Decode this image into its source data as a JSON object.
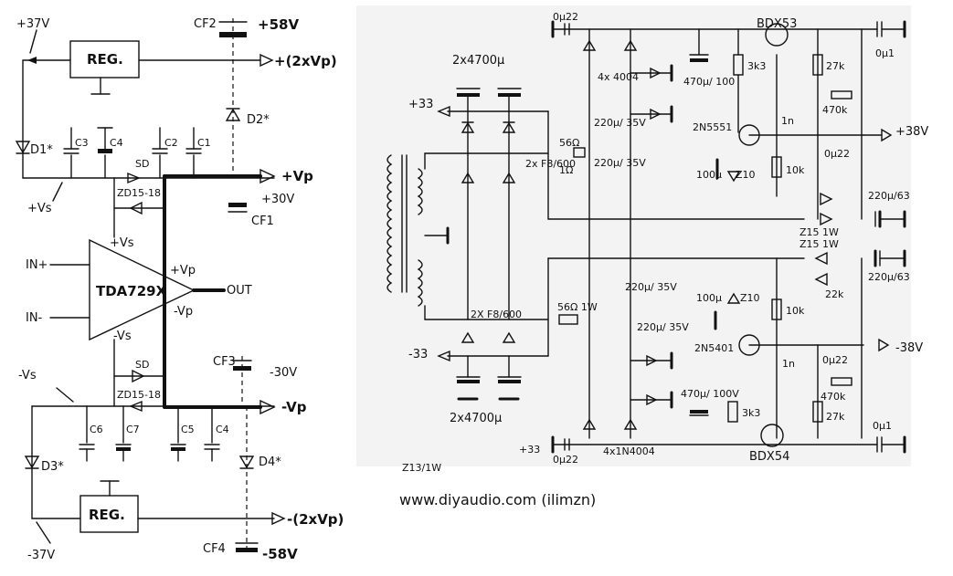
{
  "left": {
    "labels": {
      "p37": "+37V",
      "reg_top": "REG.",
      "cf2": "CF2",
      "p58": "+58V",
      "p2vp": "+(2xVp)",
      "d1": "D1*",
      "c3": "C3",
      "c4a": "C4",
      "c2": "C2",
      "c1": "C1",
      "sd_top": "SD",
      "zd_top": "ZD15-18",
      "vp_top": "+Vp",
      "pvs": "+Vs",
      "d2": "D2*",
      "p30": "+30V",
      "cf1": "CF1",
      "vs_plus": "+Vs",
      "in_plus": "IN+",
      "in_minus": "IN-",
      "chip": "TDA729X",
      "vp_mid": "+Vp",
      "out": "OUT",
      "mvp_mid": "-Vp",
      "vs_minus": "-Vs",
      "cf3": "CF3",
      "m30": "-30V",
      "sd_bot": "SD",
      "zd_bot": "ZD15-18",
      "mvs": "-Vs",
      "mvp": "-Vp",
      "c6": "C6",
      "c7": "C7",
      "c5": "C5",
      "c4b": "C4",
      "d3": "D3*",
      "d4": "D4*",
      "reg_bot": "REG.",
      "m2vp": "-(2xVp)",
      "cf4": "CF4",
      "m58": "-58V",
      "m37": "-37V"
    }
  },
  "right": {
    "labels": {
      "c022_top": "0µ22",
      "bdx53": "BDX53",
      "c01_top": "0µ1",
      "cap4700_top": "2x4700µ",
      "p33": "+33",
      "d4x4004": "4x 4004",
      "c470": "470µ/ 100",
      "r3k3_top": "3k3",
      "r27k_top": "27k",
      "r470k_top": "470k",
      "c220_35a": "220µ/ 35V",
      "q2n5551": "2N5551",
      "c1n_top": "1n",
      "p38": "+38V",
      "r56_top": "56Ω",
      "f8_top": "2x F8/600",
      "r1": "1Ω",
      "c220_35b": "220µ/ 35V",
      "c100_top": "100µ",
      "z10_top": "Z10",
      "r10k_top": "10k",
      "c022_mid": "0µ22",
      "c220_63a": "220µ/63",
      "z15_a": "Z15 1W",
      "z15_b": "Z15 1W",
      "c220_63b": "220µ/63",
      "r22k": "22k",
      "c100_bot": "100µ",
      "z10_bot": "Z10",
      "r10k_bot": "10k",
      "c220_35c": "220µ/ 35V",
      "f8_bot": "2X F8/600",
      "r56_bot": "56Ω 1W",
      "c220_35d": "220µ/ 35V",
      "q2n5401": "2N5401",
      "m33": "-33",
      "m38": "-38V",
      "c1n_bot": "1n",
      "c022_bot": "0µ22",
      "r470k_bot": "470k",
      "c470_bot": "470µ/ 100V",
      "r3k3_bot": "3k3",
      "r27k_bot": "27k",
      "cap4700_bot": "2x4700µ",
      "p33_bot": "+33",
      "c022_bot2": "0µ22",
      "d4x1n4004": "4x1N4004",
      "bdx54": "BDX54",
      "c01_bot": "0µ1",
      "z13": "Z13/1W"
    }
  },
  "credit": "www.diyaudio.com (ilimzn)"
}
